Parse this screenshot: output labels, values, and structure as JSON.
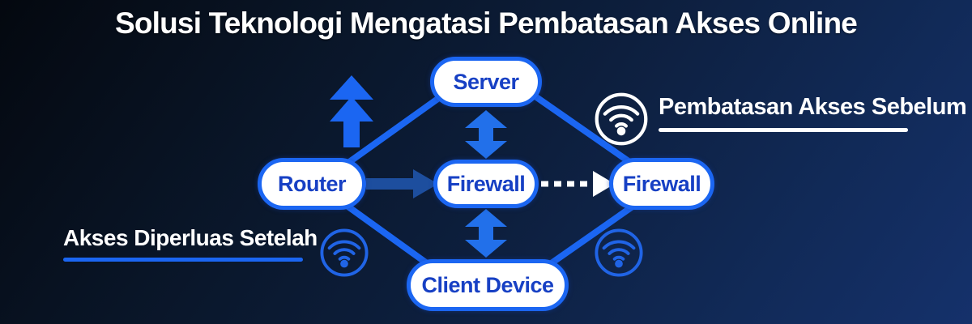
{
  "title": "Solusi Teknologi Mengatasi Pembatasan Akses Online",
  "nodes": {
    "server": {
      "label": "Server"
    },
    "router": {
      "label": "Router"
    },
    "firewall_center": {
      "label": "Firewall"
    },
    "firewall_right": {
      "label": "Firewall"
    },
    "client_device": {
      "label": "Client Device"
    }
  },
  "annotations": {
    "before": {
      "label": "Pembatasan Akses Sebelum",
      "icon": "wifi-icon",
      "underline_color": "#ffffff"
    },
    "after": {
      "label": "Akses Diperluas Setelah",
      "icon": "wifi-icon",
      "underline_color": "#1b66f2"
    }
  },
  "edges": [
    {
      "from": "router",
      "to": "server",
      "style": "solid-line"
    },
    {
      "from": "server",
      "to": "firewall_right",
      "style": "solid-line"
    },
    {
      "from": "router",
      "to": "client_device",
      "style": "solid-line"
    },
    {
      "from": "client_device",
      "to": "firewall_right",
      "style": "solid-line"
    },
    {
      "from": "router",
      "to": "firewall_center",
      "style": "solid-arrow"
    },
    {
      "from": "server",
      "to": "firewall_center",
      "style": "double-arrow"
    },
    {
      "from": "firewall_center",
      "to": "client_device",
      "style": "double-arrow"
    },
    {
      "from": "firewall_center",
      "to": "firewall_right",
      "style": "dashed-arrow-white"
    },
    {
      "decoration": "big-up-arrow",
      "near": "router"
    }
  ],
  "colors": {
    "background_dark": "#04080f",
    "background_light": "#15316b",
    "accent_blue": "#1b66f2",
    "double_arrow_blue": "#2270ea",
    "dark_arrow_blue": "#1d4e9e",
    "node_fill": "#ffffff",
    "node_text": "#1740c4",
    "white": "#ffffff"
  }
}
